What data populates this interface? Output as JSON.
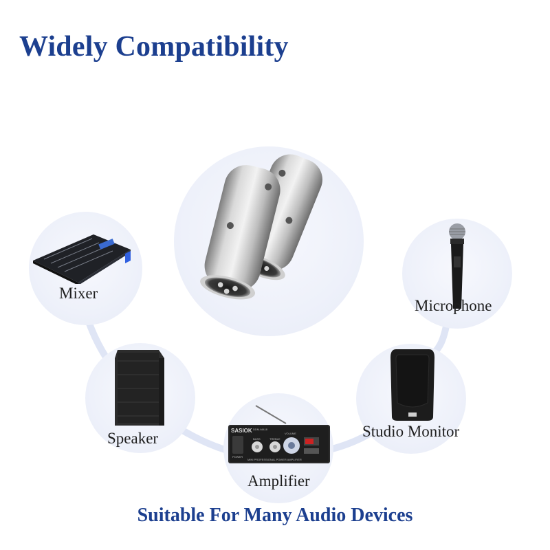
{
  "header": {
    "title": "Widely Compatibility"
  },
  "footer": {
    "tagline": "Suitable For Many Audio Devices"
  },
  "center_product": {
    "icon": "xlr-adapter-icon"
  },
  "devices": [
    {
      "key": "mixer",
      "label": "Mixer",
      "icon": "mixer-icon"
    },
    {
      "key": "microphone",
      "label": "Microphone",
      "icon": "microphone-icon"
    },
    {
      "key": "speaker",
      "label": "Speaker",
      "icon": "speaker-icon"
    },
    {
      "key": "studio-monitor",
      "label": "Studio Monitor",
      "icon": "studio-monitor-icon"
    },
    {
      "key": "amplifier",
      "label": "Amplifier",
      "icon": "amplifier-icon",
      "panel_text": {
        "brand": "SASIOK",
        "model": "DDM-MA18",
        "volume": "VOLUME",
        "bass": "BASS",
        "treble": "TREBLE",
        "power": "POWER",
        "footer": "MINI PROFESSIONAL POWER AMPLIFIER"
      }
    }
  ],
  "colors": {
    "accent": "#1c3f8f",
    "circle": "#eef1fa",
    "connector": "#dfe5f5"
  }
}
